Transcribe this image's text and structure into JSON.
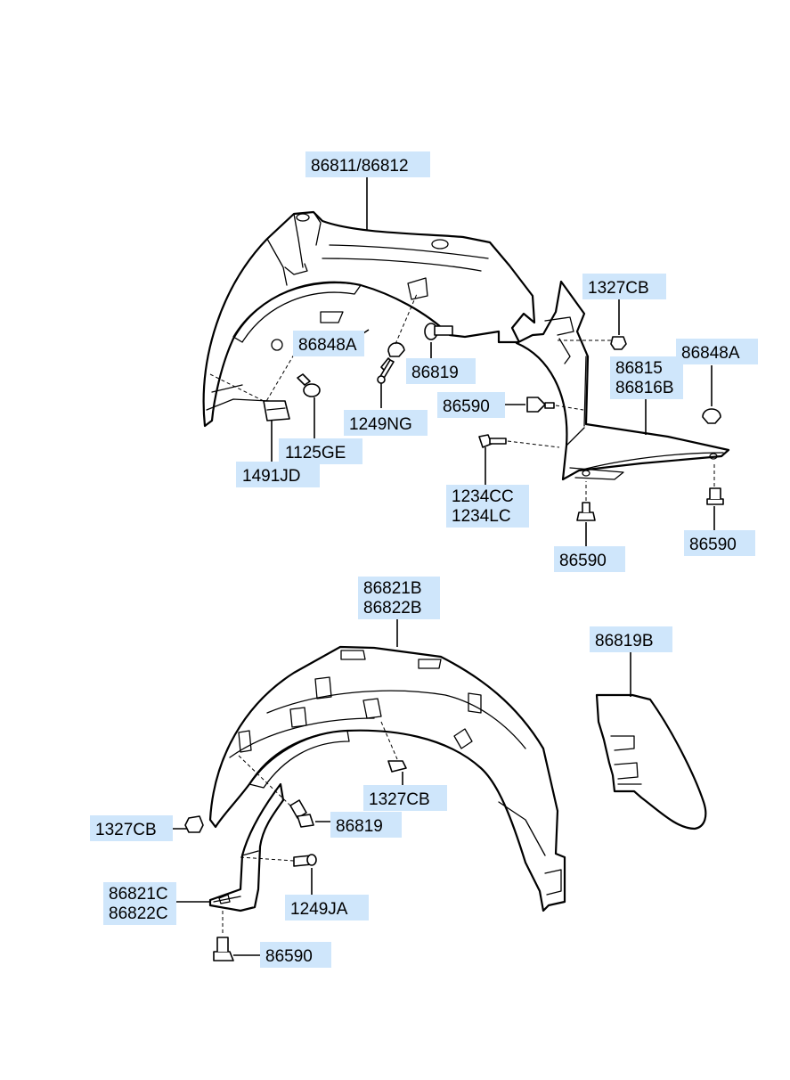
{
  "labels": {
    "p86811_86812": "86811/86812",
    "p86848A_left": "86848A",
    "p86819_top": "86819",
    "p1249NG": "1249NG",
    "p1125GE": "1125GE",
    "p1491JD": "1491JD",
    "p1327CB_top": "1327CB",
    "p86848A_right": "86848A",
    "p86815": "86815",
    "p86816B": "86816B",
    "p86590_mid": "86590",
    "p1234CC": "1234CC",
    "p1234LC": "1234LC",
    "p86590_bottom1": "86590",
    "p86590_bottom2": "86590",
    "p86821B": "86821B",
    "p86822B": "86822B",
    "p86819B": "86819B",
    "p1327CB_mid": "1327CB",
    "p1327CB_left": "1327CB",
    "p86819_low": "86819",
    "p1249JA": "1249JA",
    "p86821C": "86821C",
    "p86822C": "86822C",
    "p86590_low": "86590"
  }
}
